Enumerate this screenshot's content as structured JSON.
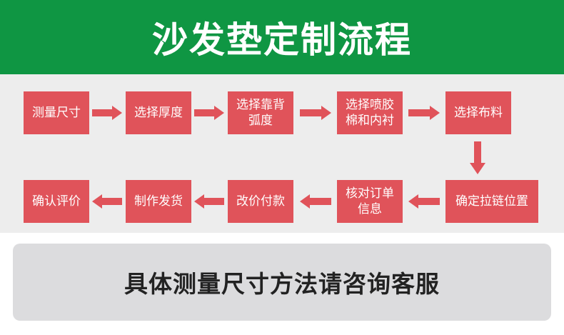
{
  "header": {
    "title": "沙发垫定制流程"
  },
  "flow": {
    "steps": [
      "测量尺寸",
      "选择厚度",
      "选择靠背\n弧度",
      "选择喷胶\n棉和内衬",
      "选择布料",
      "确定拉链位置",
      "核对订单\n信息",
      "改价付款",
      "制作发货",
      "确认评价"
    ]
  },
  "note": {
    "text": "具体测量尺寸方法请咨询客服"
  },
  "colors": {
    "banner": "#0f9643",
    "step_box": "#e0535a",
    "arrow": "#e0535a",
    "panel": "#ededed",
    "note_panel": "#dcdcde"
  }
}
